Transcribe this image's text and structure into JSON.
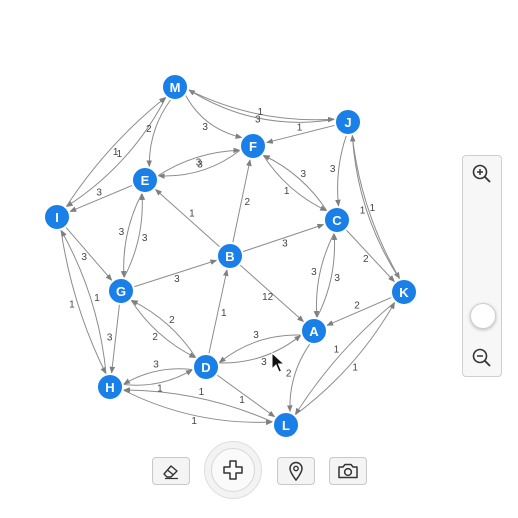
{
  "graph": {
    "nodes": [
      {
        "id": "M",
        "label": "M"
      },
      {
        "id": "J",
        "label": "J"
      },
      {
        "id": "F",
        "label": "F"
      },
      {
        "id": "E",
        "label": "E"
      },
      {
        "id": "I",
        "label": "I"
      },
      {
        "id": "C",
        "label": "C"
      },
      {
        "id": "B",
        "label": "B"
      },
      {
        "id": "K",
        "label": "K"
      },
      {
        "id": "G",
        "label": "G"
      },
      {
        "id": "A",
        "label": "A"
      },
      {
        "id": "D",
        "label": "D"
      },
      {
        "id": "H",
        "label": "H"
      },
      {
        "id": "L",
        "label": "L"
      }
    ],
    "edges": [
      {
        "from": "J",
        "to": "M",
        "label": "1"
      },
      {
        "from": "M",
        "to": "J",
        "label": "3"
      },
      {
        "from": "M",
        "to": "F",
        "label": "3"
      },
      {
        "from": "M",
        "to": "I",
        "label": "1"
      },
      {
        "from": "M",
        "to": "E",
        "label": "2"
      },
      {
        "from": "I",
        "to": "M",
        "label": "1"
      },
      {
        "from": "J",
        "to": "F",
        "label": "1"
      },
      {
        "from": "J",
        "to": "C",
        "label": "3"
      },
      {
        "from": "J",
        "to": "K",
        "label": "1"
      },
      {
        "from": "K",
        "to": "J",
        "label": "1"
      },
      {
        "from": "F",
        "to": "E",
        "label": "3"
      },
      {
        "from": "E",
        "to": "F",
        "label": "3"
      },
      {
        "from": "F",
        "to": "C",
        "label": "1"
      },
      {
        "from": "C",
        "to": "F",
        "label": "3"
      },
      {
        "from": "E",
        "to": "I",
        "label": "3"
      },
      {
        "from": "E",
        "to": "G",
        "label": "3"
      },
      {
        "from": "G",
        "to": "E",
        "label": "3"
      },
      {
        "from": "B",
        "to": "E",
        "label": "1"
      },
      {
        "from": "B",
        "to": "F",
        "label": "2"
      },
      {
        "from": "B",
        "to": "C",
        "label": "3"
      },
      {
        "from": "G",
        "to": "B",
        "label": "3"
      },
      {
        "from": "B",
        "to": "A",
        "label": "12"
      },
      {
        "from": "D",
        "to": "B",
        "label": "1"
      },
      {
        "from": "C",
        "to": "A",
        "label": "3"
      },
      {
        "from": "A",
        "to": "C",
        "label": "3"
      },
      {
        "from": "C",
        "to": "K",
        "label": "2"
      },
      {
        "from": "K",
        "to": "A",
        "label": "2"
      },
      {
        "from": "I",
        "to": "G",
        "label": "3"
      },
      {
        "from": "I",
        "to": "H",
        "label": "1"
      },
      {
        "from": "H",
        "to": "I",
        "label": "1"
      },
      {
        "from": "G",
        "to": "H",
        "label": "3"
      },
      {
        "from": "G",
        "to": "D",
        "label": "2"
      },
      {
        "from": "D",
        "to": "G",
        "label": "2"
      },
      {
        "from": "A",
        "to": "D",
        "label": "3"
      },
      {
        "from": "D",
        "to": "A",
        "label": "3"
      },
      {
        "from": "D",
        "to": "H",
        "label": "3"
      },
      {
        "from": "H",
        "to": "D",
        "label": "1"
      },
      {
        "from": "D",
        "to": "L",
        "label": "1"
      },
      {
        "from": "H",
        "to": "L",
        "label": "1"
      },
      {
        "from": "L",
        "to": "H",
        "label": "1"
      },
      {
        "from": "A",
        "to": "L",
        "label": "2"
      },
      {
        "from": "L",
        "to": "K",
        "label": "1"
      },
      {
        "from": "K",
        "to": "L",
        "label": "1"
      }
    ]
  },
  "zoom": {
    "level": 0.05
  },
  "toolbar": {
    "icons": [
      "eraser-icon",
      "move-icon",
      "location-pin-icon",
      "camera-icon"
    ]
  },
  "colors": {
    "node": "#1a7fe6",
    "edge": "#8c8c8c"
  }
}
